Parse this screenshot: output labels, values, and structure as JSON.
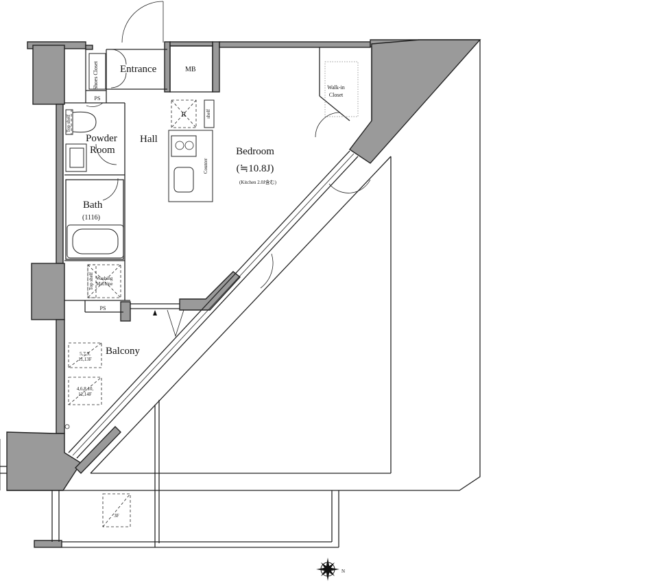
{
  "rooms": {
    "entrance": "Entrance",
    "mb": "MB",
    "shoes_closet": "Shoes Closet",
    "ps_top": "PS",
    "ps_bottom": "PS",
    "hall": "Hall",
    "powder_room_1": "Powder",
    "powder_room_2": "Room",
    "bath": "Bath",
    "bath_size": "(1116)",
    "washing_1": "Washing",
    "washing_2": "Machine",
    "top_shelf_1": "Top shelf",
    "top_shelf_2": "Top shelf",
    "fridge": "R",
    "shelf": "shelf",
    "counter": "Counter",
    "walkin_1": "Walk-in",
    "walkin_2": "Closet",
    "bedroom": "Bedroom",
    "bedroom_size": "(≒10.8J)",
    "bedroom_note": "(Kitchen 2.0J含む)",
    "balcony": "Balcony",
    "hatch1_a": "5,7,9,",
    "hatch1_b": "11,13F",
    "hatch2_a": "4,6,8,10,",
    "hatch2_b": "12,14F",
    "hatch3": "3F",
    "compass_n": "N"
  }
}
